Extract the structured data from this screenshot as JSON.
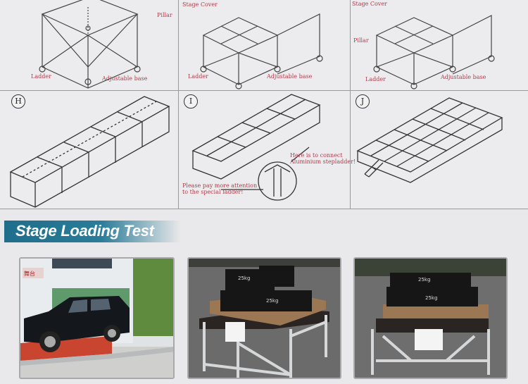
{
  "diagrams": {
    "top": [
      {
        "labels": [
          "Pillar",
          "Ladder",
          "Adjustable base"
        ]
      },
      {
        "labels": [
          "Stage Cover",
          "Ladder",
          "Adjustable base"
        ]
      },
      {
        "labels": [
          "Stage Cover",
          "Pillar",
          "Ladder",
          "Adjustable base"
        ]
      }
    ],
    "bottom": [
      {
        "letter": "H"
      },
      {
        "letter": "I",
        "note_connect": "Here is to connect\nAluminium stepladder!",
        "note_attention": "Please pay more attention\nto the special ladder!"
      },
      {
        "letter": "J"
      }
    ]
  },
  "section": {
    "title": "Stage Loading Test"
  },
  "photos": [
    {
      "subject": "car-on-stage",
      "sign": "舞台"
    },
    {
      "subject": "weights-on-stage",
      "weight_label": "25kg"
    },
    {
      "subject": "weights-on-stage",
      "weight_label": "25kg"
    }
  ],
  "colors": {
    "banner": "#1f6e8c",
    "annotation": "#b43a4a",
    "background": "#e9e8ea"
  }
}
